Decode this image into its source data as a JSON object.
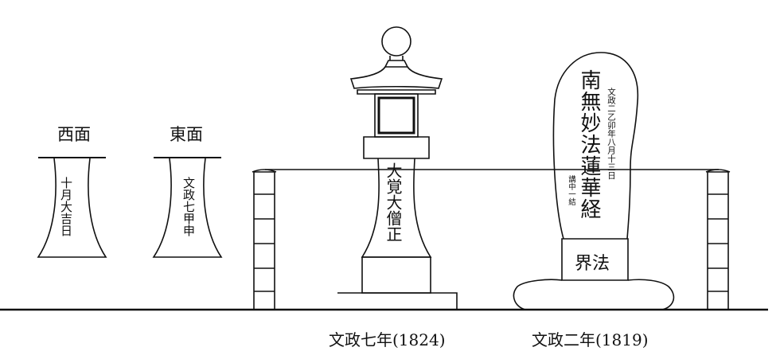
{
  "west_face": {
    "title": "西面",
    "inscription": "十月大吉日"
  },
  "east_face": {
    "title": "東面",
    "inscription": "文政七甲申"
  },
  "stone_lantern": {
    "inscription": "大覚大僧正",
    "year": "文政七年(1824)"
  },
  "stone_monument": {
    "main_inscription": "南無妙法蓮華経",
    "date_inscription": "文政二乙卯年八月十三日",
    "donor_inscription": "講中一結",
    "base_label": "界法",
    "year": "文政二年(1819)"
  }
}
